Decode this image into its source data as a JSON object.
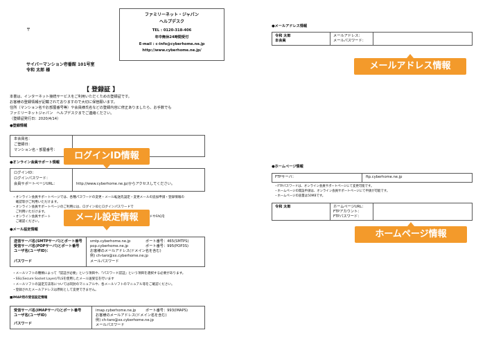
{
  "address": {
    "postal": "〒",
    "building": "サイバーマンション壱番館 101号室",
    "name": "令和 太郎 様"
  },
  "helpdesk": {
    "lines": [
      "ファミリーネット・ジャパン",
      "ヘルプデスク",
      "TEL : 0120-318-406",
      "年中無休24時間受付",
      "E-mail : c-info@cyberhome.ne.jp",
      "http://www.cyberhome.ne.jp/"
    ]
  },
  "title": "【 登録証 】",
  "intro": [
    "本書は、インターネット接続サービスをご利用いただくための登録証です。",
    "お客様の登録情報が記載されておりますので大切に保管願います。",
    "住所（マンション名やお部屋番号等）や会員様氏名などの登録内容に修正ありましたら、お手数でも",
    "ファミリーネットジャパン　ヘルプデスクまでご連絡ください。",
    "（登録証発行日：2020/4/14）"
  ],
  "registration": {
    "heading": "●登録情報",
    "labels": [
      "本会員名：",
      "ご登録日：",
      "マンション名・部屋番号："
    ]
  },
  "online_support": {
    "heading": "●オンライン会員サポート情報",
    "labels": [
      "ログインID：",
      "ログインパスワード：",
      "会員サポートページURL："
    ],
    "url_text": "http://www.cyberhome.ne.jp/からアクセスしてください。",
    "notes": [
      "・オンライン会員サポートページでは、各種パスワードの変更・メール転送先設定・変更メールの追加申請・登録情報の",
      "　確認等がご利用いただけます。",
      "・オンライン会員サポートページのご利用には、ログインIDとログインパスワードで",
      "　ご利用いただけます。",
      "・オンライン会員サポート　　　　　　　　　　　　　　　　　　　　　　　内のサービスガイドやFAQを",
      "　ご確認ください。"
    ]
  },
  "mail_settings": {
    "heading": "●メール設定情報",
    "left": [
      "送信サーバ名(SMTPサーバ)とポート番号",
      "受信サーバ名(POPサーバ)とポート番号",
      "ユーザ名(ユーザID)：",
      "パスワード"
    ],
    "mid": [
      "smtp.cyberhome.ne.jp",
      "pop.cyberhome.ne.jp",
      "お客様のメールアドレス(ドメイン名を含む)",
      "例) ch-taro@xx.cyberhome.ne.jp",
      "メールパスワード"
    ],
    "ports": [
      "ポート番号：465(SMTPS)",
      "ポート番号：995(POP3S)"
    ],
    "notes": [
      "・メールソフトの種類によって「認証が必要」という項目や、「パスワード認証」という項目を選択する必要があります。",
      "・SSL(Secure Socket Layer)/TLSを使用したメール送受信を行います",
      "・メールソフトの設定方法等については同封のマニュアルや、各メールソフトのマニュアル等をご確認ください。",
      "・登録されたメールアドレスは原則として変更できません。"
    ],
    "imap_heading": "■IMAP用の受信設定情報",
    "imap_left": [
      "受信サーバ名(IMAPサーバ)とポート番号",
      "ユーザ名(ユーザID)",
      "パスワード"
    ],
    "imap_mid": [
      "imap.cyberhome.ne.jp",
      "お客様のメールアドレス(ドメイン名を含む)",
      "例) ch-taro@xx.cyberhome.ne.jp",
      "メールパスワード"
    ],
    "imap_port": "ポート番号：993(IMAPS)"
  },
  "mail_address": {
    "heading": "●メールアドレス情報",
    "left": [
      "令和 太郎",
      "本会員"
    ],
    "labels": [
      "メールアドレス：",
      "メールパスワード："
    ]
  },
  "homepage": {
    "heading": "●ホームページ情報",
    "ftp_label": "FTPサーバ：",
    "ftp_value": "ftp.cyberhome.ne.jp",
    "notes": [
      "・FTPパスワードは、オンライン会員サポートページにて変更可能です。",
      "・ホームページの開設申請は、オンライン会員サポートページにて申請が可能です。",
      "・ホームページの容量は50MBです。"
    ],
    "name": "令和 太郎",
    "labels": [
      "ホームページURL：",
      "FTPアカウント：",
      "FTPパスワード："
    ]
  },
  "callouts": {
    "login": "ログインID情報",
    "mail_settings": "メール設定情報",
    "mail_address": "メールアドレス情報",
    "homepage": "ホームページ情報"
  },
  "colors": {
    "callout": "#f39a2b"
  }
}
